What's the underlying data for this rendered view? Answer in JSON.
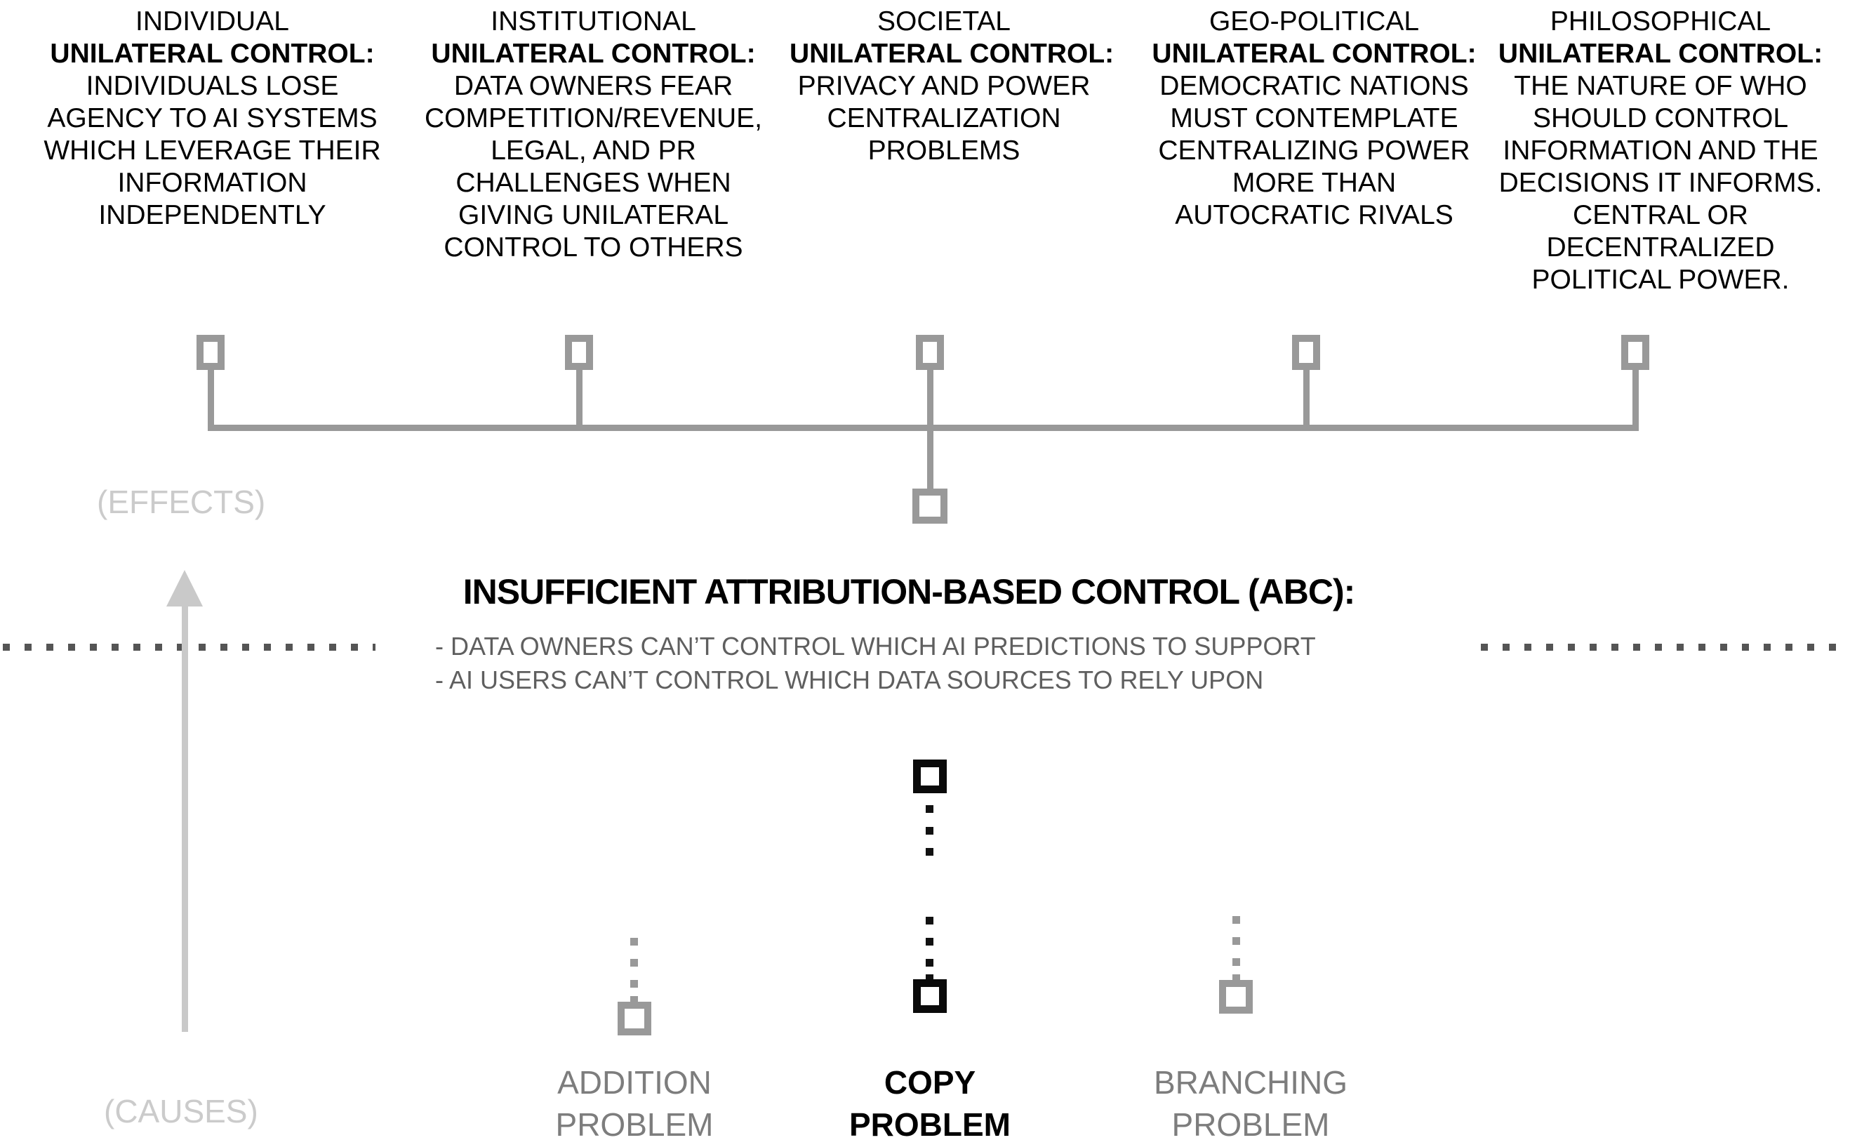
{
  "diagram": {
    "axis_labels": {
      "effects": "(EFFECTS)",
      "causes": "(CAUSES)"
    },
    "effects": {
      "columns": [
        {
          "category": "INDIVIDUAL",
          "heading": "UNILATERAL CONTROL:",
          "body": "INDIVIDUALS LOSE\nAGENCY TO AI SYSTEMS\nWHICH LEVERAGE THEIR\nINFORMATION\nINDEPENDENTLY"
        },
        {
          "category": "INSTITUTIONAL",
          "heading": "UNILATERAL CONTROL:",
          "body": "DATA OWNERS FEAR\nCOMPETITION/REVENUE,\nLEGAL, AND PR\nCHALLENGES WHEN\nGIVING UNILATERAL\nCONTROL TO OTHERS"
        },
        {
          "category": "SOCIETAL",
          "heading": "UNILATERAL CONTROL:",
          "body": "PRIVACY AND POWER\nCENTRALIZATION\nPROBLEMS"
        },
        {
          "category": "GEO-POLITICAL",
          "heading": "UNILATERAL CONTROL:",
          "body": "DEMOCRATIC NATIONS\nMUST CONTEMPLATE\nCENTRALIZING POWER\nMORE THAN\nAUTOCRATIC RIVALS"
        },
        {
          "category": "PHILOSOPHICAL",
          "heading": "UNILATERAL CONTROL:",
          "body": "THE NATURE OF WHO\nSHOULD CONTROL\nINFORMATION AND THE\nDECISIONS IT INFORMS.\nCENTRAL OR\nDECENTRALIZED\nPOLITICAL POWER."
        }
      ]
    },
    "center": {
      "title": "INSUFFICIENT ATTRIBUTION-BASED CONTROL (ABC):",
      "bullets": [
        "- DATA OWNERS CAN’T CONTROL WHICH AI PREDICTIONS TO SUPPORT",
        "- AI USERS CAN’T CONTROL WHICH DATA SOURCES TO RELY UPON"
      ]
    },
    "causes": {
      "items": [
        {
          "label": "ADDITION\nPROBLEM"
        },
        {
          "label": "COPY\nPROBLEM"
        },
        {
          "label": "BRANCHING\nPROBLEM"
        }
      ]
    },
    "colors": {
      "black": "#000000",
      "bracket_gray": "#999999",
      "light_gray": "#c9c9c9",
      "dot_dark_gray": "#555555",
      "bullet_text_gray": "#5f5f5f",
      "cause_label_gray": "#7d7d7d"
    }
  }
}
